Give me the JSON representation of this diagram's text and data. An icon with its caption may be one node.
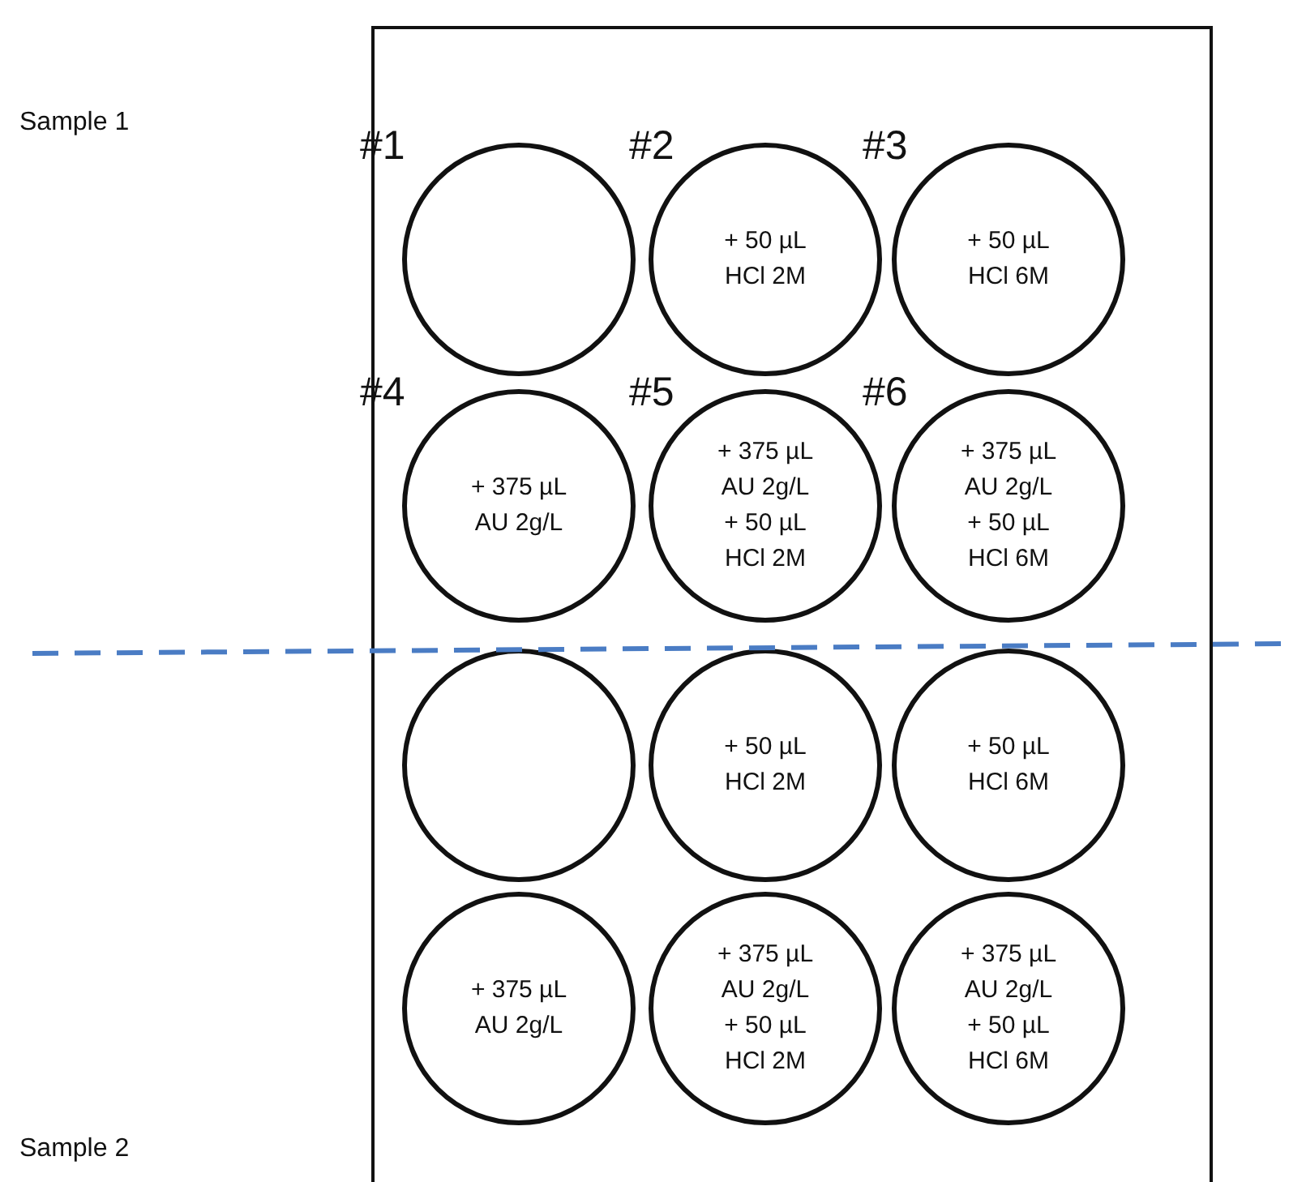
{
  "diagram": {
    "nodes": [
      {
        "text": [],
        "shape": "box"
      },
      {
        "text": [],
        "shape": "circle",
        "in": 0
      },
      {
        "text": [
          "+ 50 µL HCl 2M"
        ],
        "in": 0
      },
      {
        "text": [
          "+ 50 µL HCl 6M"
        ],
        "in": 0
      },
      {
        "text": [
          "+ 375 µL AU 2g/L"
        ],
        "in": 0
      },
      {
        "text": [
          "+ 375 µL AU 2g/L",
          "+ 50 µL HCl 2M"
        ],
        "in": 0
      },
      {
        "text": [
          "+ 375 µL AU 2g/L",
          "+ 50 µL HCl 6M"
        ],
        "in": 0
      },
      {
        "text": [],
        "shape": "circle",
        "in": 0
      },
      {
        "text": [
          "+ 50 µL HCl 2M"
        ],
        "in": 0
      },
      {
        "text": [
          "+ 50 µL HCl 6M"
        ],
        "in": 0
      },
      {
        "text": [
          "+ 375 µL AU 2g/L"
        ],
        "in": 0
      },
      {
        "text": [
          "+ 375 µL AU 2g/L",
          "+ 50 µL HCl 2M"
        ],
        "in": 0
      },
      {
        "text": [
          "+ 375 µL AU 2g/L",
          "+ 50 µL HCl 6M"
        ],
        "in": 0
      }
    ],
    "edges": [],
    "labels": [
      "Sample 1",
      "#1",
      "#2",
      "#3",
      "#4",
      "#5",
      "#6",
      "Sample 2"
    ]
  }
}
